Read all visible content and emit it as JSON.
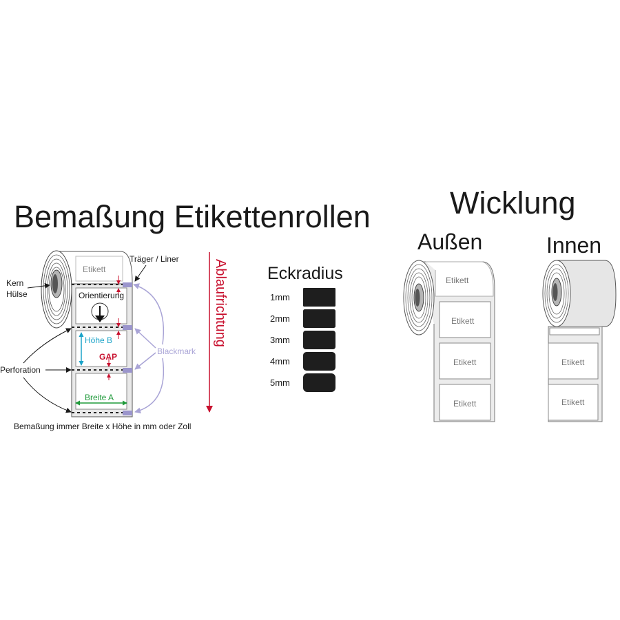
{
  "headings": {
    "left_title": "Bemaßung Etikettenrollen",
    "right_title": "Wicklung"
  },
  "diagram": {
    "label_text": "Etikett",
    "liner_label": "Träger / Liner",
    "core_label_1": "Kern",
    "core_label_2": "Hülse",
    "orientation_label": "Orientierung",
    "height_label": "Höhe B",
    "gap_label": "GAP",
    "blackmark_label": "Blackmark",
    "perforation_label": "Perforation",
    "width_label": "Breite A",
    "direction_label": "Ablaufrichtung",
    "footnote": "Bemaßung immer Breite x Höhe in mm oder Zoll"
  },
  "corner_radius": {
    "title": "Eckradius",
    "items": [
      {
        "label": "1mm",
        "radius_mm": 1
      },
      {
        "label": "2mm",
        "radius_mm": 2
      },
      {
        "label": "3mm",
        "radius_mm": 3
      },
      {
        "label": "4mm",
        "radius_mm": 4
      },
      {
        "label": "5mm",
        "radius_mm": 5
      }
    ]
  },
  "winding": {
    "outside": {
      "title": "Außen",
      "labels": [
        "Etikett",
        "Etikett",
        "Etikett",
        "Etikett"
      ]
    },
    "inside": {
      "title": "Innen",
      "labels": [
        "Etikett",
        "Etikett"
      ]
    }
  },
  "colors": {
    "text": "#1a1a1a",
    "label_gray": "#777777",
    "red": "#c8102e",
    "cyan": "#1aa3c8",
    "green": "#1f9a3a",
    "lavender": "#a9a4d6",
    "liner": "#e9e9e9",
    "swatch": "#1e1e1e"
  }
}
